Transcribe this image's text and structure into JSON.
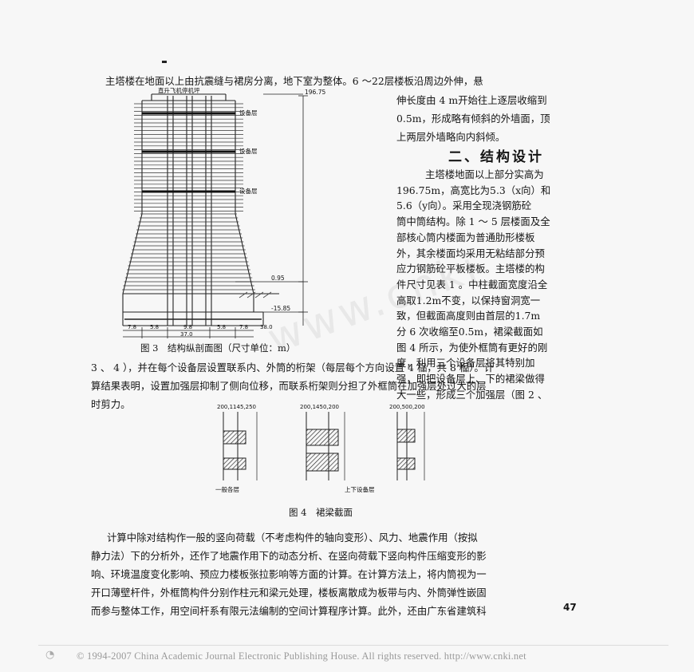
{
  "paragraphs": {
    "p1": "主塔楼在地面以上由抗震缝与裙房分离，地下室为整体。6 ～22层楼板沿周边外伸，悬",
    "p1_r1": "伸长度由 4 m开始往上逐层收缩到",
    "p1_r2": "0.5m，形成略有倾斜的外墙面，顶",
    "p1_r3": "上两层外墙略向内斜倾。",
    "section_heading": "二、结构设计",
    "p2_lines": [
      "主塔楼地面以上部分实高为",
      "196.75m，高宽比为5.3（x向）和",
      "5.6（y向）。采用全现浇钢筋砼",
      "筒中筒结构。除 1 ～ 5 层楼面及全",
      "部核心筒内楼面为普通肋形楼板",
      "外，其余楼面均采用无粘结部分预",
      "应力钢筋砼平板楼板。主塔楼的构",
      "件尺寸见表 1 。中柱截面宽度沿全",
      "高取1.2m不变，以保持窗洞宽一",
      "致，但截面高度则由首层的1.7m",
      "分 6 次收缩至0.5m，裙梁截面如",
      "图 4 所示，为使外框筒有更好的刚",
      "度，利用三个设备层将其特别加",
      "强，即把设备层上、下的裙梁做得",
      "大一些，形成三个加强层（图 2 、"
    ],
    "p3_lines": [
      "3 、 4 ），并在每个设备层设置联系内、外筒的桁架（每层每个方向设置 4 榀，共 8 榀）。计",
      "算结果表明，设置加强层抑制了侧向位移，而联系桁架则分担了外框筒在加强层处过大的层",
      "时剪力。"
    ],
    "p4_lines": [
      "计算中除对结构作一般的竖向荷载（不考虑构件的轴向变形）、风力、地震作用（按拟",
      "静力法）下的分析外，还作了地震作用下的动态分析、在竖向荷载下竖向构件压缩变形的影",
      "响、环境温度变化影响、预应力楼板张拉影响等方面的计算。在计算方法上，将内筒视为一",
      "开口薄壁杆件，外框筒构件分别作柱元和梁元处理，楼板离散成为板带与内、外筒弹性嵌固",
      "而参与整体工作，用空间杆系有限元法编制的空间计算程序计算。此外，还由广东省建筑科"
    ]
  },
  "figure3": {
    "caption": "图 3　结构纵剖面图（尺寸单位：m）",
    "top_label": "直升飞机停机坪",
    "floor_labels": [
      "设备层",
      "设备层",
      "设备层"
    ],
    "elevations": [
      "196.75",
      "0.95",
      "-15.85"
    ],
    "bottom_dims": [
      "7.8",
      "5.8",
      "9.8",
      "5.8",
      "7.8",
      "38.0"
    ],
    "total_dim": "37.0"
  },
  "figure4": {
    "caption": "图 4　裙梁截面",
    "labels": [
      "一般各层",
      "上下设备层"
    ],
    "top_dims": [
      "200,1145,250",
      "200,1450,200",
      "200,500,200"
    ]
  },
  "page_number": "47",
  "footer": {
    "text": "© 1994-2007 China Academic Journal Electronic Publishing House. All rights reserved.    http://www.cnki.net"
  },
  "watermark": "www.cnki"
}
